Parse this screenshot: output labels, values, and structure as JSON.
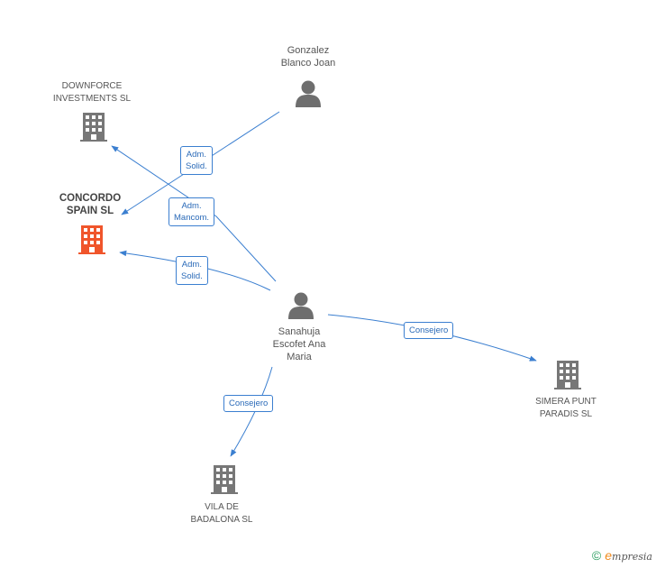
{
  "colors": {
    "edge": "#3b7fd0",
    "company": "#777777",
    "company_highlight": "#f0552b",
    "person": "#6e6e6e"
  },
  "nodes": {
    "gonzalez": {
      "label": "Gonzalez\nBlanco Joan",
      "icon": "person-icon"
    },
    "downforce": {
      "label": "DOWNFORCE\nINVESTMENTS SL",
      "icon": "building-icon"
    },
    "concordo": {
      "label": "CONCORDO\nSPAIN SL",
      "icon": "building-icon-highlight"
    },
    "sanahuja": {
      "label": "Sanahuja\nEscofet Ana\nMaria",
      "icon": "person-icon"
    },
    "simera": {
      "label": "SIMERA PUNT\nPARADIS SL",
      "icon": "building-icon"
    },
    "vila": {
      "label": "VILA DE\nBADALONA SL",
      "icon": "building-icon"
    }
  },
  "edges": {
    "gonzalez_concordo": "Adm.\nSolid.",
    "sanahuja_downforce": "Adm.\nMancom.",
    "sanahuja_concordo": "Adm.\nSolid.",
    "sanahuja_simera": "Consejero",
    "sanahuja_vila": "Consejero"
  },
  "footer": {
    "copyright": "©",
    "brand_initial": "e",
    "brand_rest": "mpresia"
  }
}
